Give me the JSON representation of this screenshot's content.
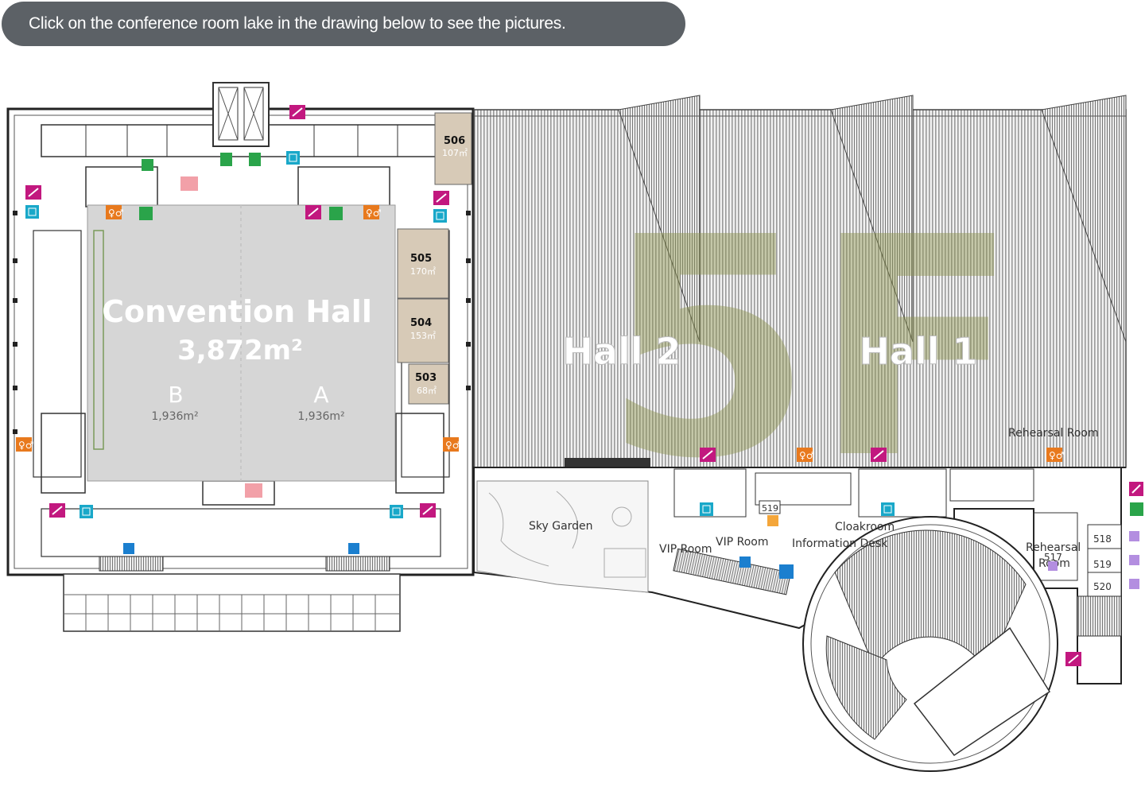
{
  "banner": {
    "text": "Click on the conference room lake in the drawing below to see the pictures."
  },
  "floor_label": "5F",
  "convention_hall": {
    "title": "Convention Hall",
    "area": "3,872m²",
    "section_b": {
      "letter": "B",
      "area": "1,936m²"
    },
    "section_a": {
      "letter": "A",
      "area": "1,936m²"
    }
  },
  "rooms": [
    {
      "number": "506",
      "area": "107㎡"
    },
    {
      "number": "505",
      "area": "170㎡"
    },
    {
      "number": "504",
      "area": "153㎡"
    },
    {
      "number": "503",
      "area": "68㎡"
    },
    {
      "number": "519"
    },
    {
      "number": "517"
    },
    {
      "number": "518"
    },
    {
      "number": "519"
    },
    {
      "number": "520"
    }
  ],
  "exhibition_halls": [
    "Hall 2",
    "Hall 1"
  ],
  "labels": {
    "rehearsal_room_top": "Rehearsal Room",
    "rehearsal_room_line1": "Rehearsal",
    "rehearsal_room_line2": "Room",
    "sky_garden": "Sky Garden",
    "vip_room_1": "VIP Room",
    "vip_room_2": "VIP Room",
    "cloakroom": "Cloakroom",
    "information_desk": "Information Desk"
  },
  "colors": {
    "banner_bg": "#5c6166",
    "hall_fill": "#d6d6d6",
    "small_room_fill": "#d7cab7",
    "floor_label": "#8d944f",
    "escalator_icon": "#c2187f",
    "elevator_icon": "#19a8c9",
    "restroom_icon": "#e8791d",
    "exit_icon": "#2aa44a",
    "parking_icon": "#1b7fcf",
    "room_badge": "#b38ee0"
  }
}
